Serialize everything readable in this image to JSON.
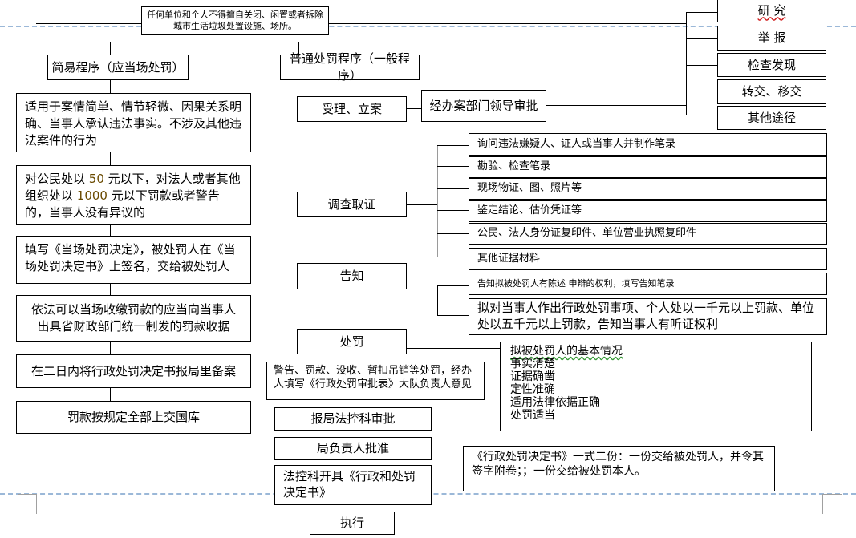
{
  "top_notice": {
    "line1": "任何单位和个人不得擅自关闭、闲置或者拆除",
    "line2": "城市生活垃圾处置设施、场所。"
  },
  "sources": [
    {
      "label": "研 究"
    },
    {
      "label": "举 报"
    },
    {
      "label": "检查发现"
    },
    {
      "label": "转交、移交"
    },
    {
      "label": "其他途径"
    }
  ],
  "simple_procedure": {
    "title": "简易程序（应当场处罚）",
    "steps": [
      {
        "text": "适用于案情简单、情节轻微、因果关系明确、当事人承认违法事实。不涉及其他违法案件的行为"
      },
      {
        "text_pre": "对公民处以 ",
        "num1": "50",
        "text_mid1": " 元以下，对法人或者其他组织处以 ",
        "num2": "1000",
        "text_post": " 元以下罚款或者警告的，当事人没有异议的"
      },
      {
        "text": "填写《当场处罚决定》，被处罚人在《当场处罚决定书》上签名，交给被处罚人"
      },
      {
        "text": "依法可以当场收缴罚款的应当向当事人出具省财政部门统一制发的罚款收据"
      },
      {
        "text": "在二日内将行政处罚决定书报局里备案"
      },
      {
        "text": "罚款按规定全部上交国库"
      }
    ]
  },
  "general_procedure": {
    "title": "普通处罚程序（一般程序）",
    "accept": "受理、立案",
    "approval": "经办案部门领导审批",
    "investigate": "调查取证",
    "evidence_items": [
      "询问违法嫌疑人、证人或当事人并制作笔录",
      "勘验、检查笔录",
      "现场物证、图、照片等",
      "鉴定结论、估价凭证等",
      "公民、法人身份证复印件、单位营业执照复印件",
      "其他证据材料"
    ],
    "notify": "告知",
    "notify_items": [
      "告知拟被处罚人有陈述 申辩的权利，填写告知笔录",
      "拟对当事人作出行政处罚事项、个人处以一千元以上罚款、单位处以五千元以上罚款，告知当事人有听证权利"
    ],
    "punish": "处罚",
    "punish_details": [
      "拟被处罚人的基本情况",
      "事实清楚",
      "证据确凿",
      "定性准确",
      "适用法律依据正确",
      "处罚适当"
    ],
    "punish_types": "警告、罚款、没收、暂扣吊销等处罚，经办人填写《行政处罚审批表》大队负责人意见",
    "legal_review": "报局法控科审批",
    "director_approve": "局负责人批准",
    "issue_decision": "法控科开具《行政和处罚决定书》",
    "decision_copies": "《行政处罚决定书》一式二份：一份交给被处罚人，并令其签字附卷；；一份交给被处罚本人。",
    "execute": "执行"
  }
}
